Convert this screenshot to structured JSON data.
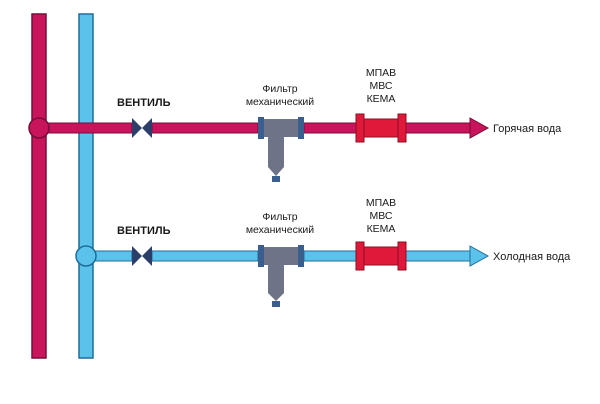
{
  "colors": {
    "hot": "#c8145a",
    "hot_outline": "#7a0c3a",
    "cold": "#5bc2ec",
    "cold_outline": "#1f6e9a",
    "valve": "#2b3f6a",
    "filter_body": "#6e7488",
    "filter_flange": "#3a5f8f",
    "meter_body": "#e0193a",
    "meter_outline": "#8c0f22"
  },
  "hot_line": {
    "valve_label": "ВЕНТИЛЬ",
    "filter_label_line1": "Фильтр",
    "filter_label_line2": "механический",
    "meter_label_line1": "МПАВ",
    "meter_label_line2": "МВС",
    "meter_label_line3": "КЕМА",
    "outlet_label": "Горячая вода"
  },
  "cold_line": {
    "valve_label": "ВЕНТИЛЬ",
    "filter_label_line1": "Фильтр",
    "filter_label_line2": "механический",
    "meter_label_line1": "МПАВ",
    "meter_label_line2": "МВС",
    "meter_label_line3": "КЕМА",
    "outlet_label": "Холодная вода"
  }
}
